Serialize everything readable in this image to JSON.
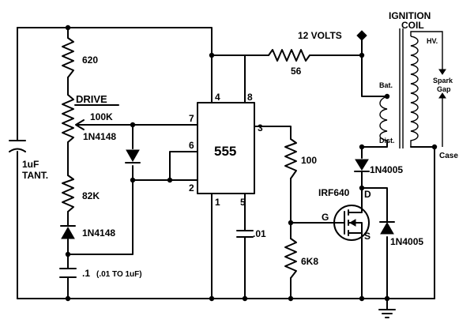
{
  "labels": {
    "r620": "620",
    "drive": "DRIVE",
    "pot": "100K",
    "d1": "1N4148",
    "r82k": "82K",
    "d2": "1N4148",
    "cap_tant_value": "1uF",
    "cap_tant_type": "TANT.",
    "cap_timing": ".1",
    "cap_timing_range": "(.01 TO 1uF)",
    "chip": "555",
    "pin1": "1",
    "pin2": "2",
    "pin3": "3",
    "pin4": "4",
    "pin5": "5",
    "pin6": "6",
    "pin7": "7",
    "pin8": "8",
    "cap_ctrl": ".01",
    "r100": "100",
    "r6k8": "6K8",
    "supply": "12 VOLTS",
    "r56": "56",
    "coil_line1": "IGNITION",
    "coil_line2": "COIL",
    "hv": "HV.",
    "bat": "Bat.",
    "dist": "Dist.",
    "spark_line1": "Spark",
    "spark_line2": "Gap",
    "case": "Case",
    "d3": "1N4005",
    "d4": "1N4005",
    "mosfet": "IRF640",
    "gate": "G",
    "drain": "D",
    "source": "S"
  }
}
